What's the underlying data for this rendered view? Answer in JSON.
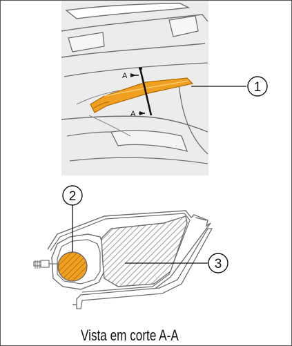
{
  "section_marker": "A",
  "callouts": {
    "c1": "1",
    "c2": "2",
    "c3": "3"
  },
  "caption": "Vista em corte A-A",
  "colors": {
    "highlight": "#f0a020",
    "linework": "#6e6e6e",
    "panel": "#ececec"
  }
}
